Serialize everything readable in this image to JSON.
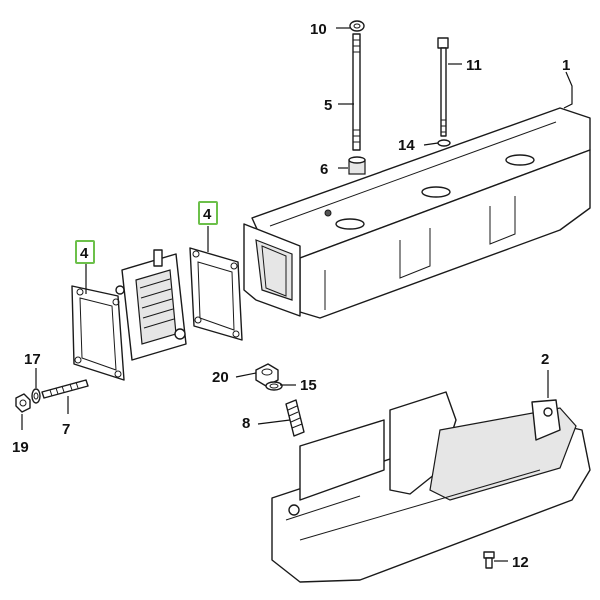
{
  "callouts": {
    "c1": "1",
    "c2": "2",
    "c4a": "4",
    "c4b": "4",
    "c5": "5",
    "c6": "6",
    "c7": "7",
    "c8": "8",
    "c10": "10",
    "c11": "11",
    "c12": "12",
    "c14": "14",
    "c15": "15",
    "c17": "17",
    "c19": "19",
    "c20": "20"
  },
  "colors": {
    "highlight": "#6cc04a",
    "line": "#111111"
  }
}
